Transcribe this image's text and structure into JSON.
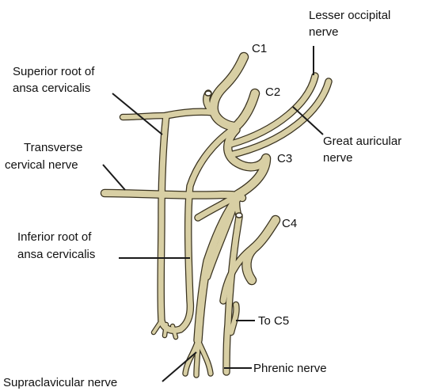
{
  "labels": {
    "c1": "C1",
    "c2": "C2",
    "c3": "C3",
    "c4": "C4",
    "to_c5": "To C5",
    "lesser_occipital_1": "Lesser occipital",
    "lesser_occipital_2": "nerve",
    "superior_root_1": "Superior root of",
    "superior_root_2": "ansa cervicalis",
    "great_auricular_1": "Great auricular",
    "great_auricular_2": "nerve",
    "transverse_cervical_1": "Transverse",
    "transverse_cervical_2": "cervical nerve",
    "inferior_root_1": "Inferior root of",
    "inferior_root_2": "ansa cervicalis",
    "supraclavicular": "Supraclavicular nerve",
    "phrenic": "Phrenic nerve"
  },
  "colors": {
    "nerve_fill": "#d8cfa4",
    "nerve_outline": "#3a3320",
    "text": "#111111"
  }
}
